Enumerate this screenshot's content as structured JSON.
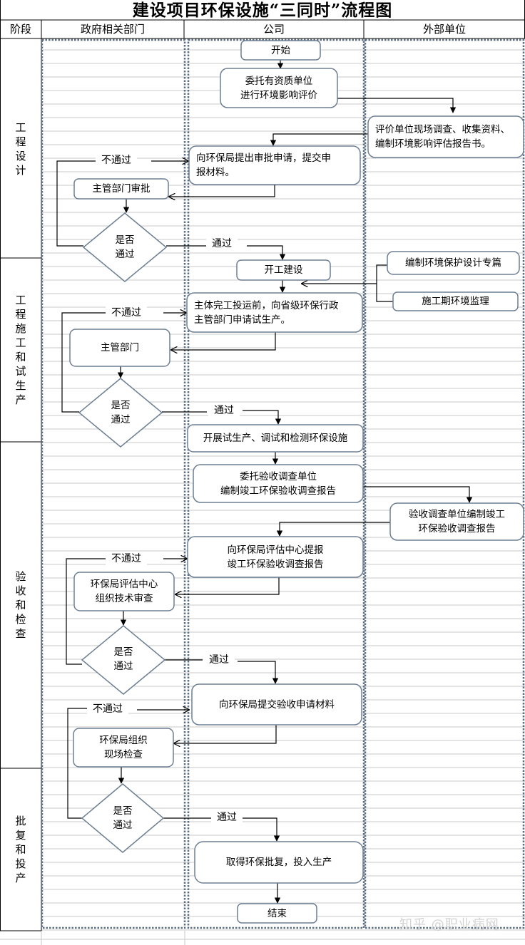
{
  "title": "建设项目环保设施“三同时”流程图",
  "columns": {
    "stage": "阶段",
    "government": "政府相关部门",
    "company": "公司",
    "external": "外部单位"
  },
  "stages": [
    {
      "label": "工\n程\n设\n计"
    },
    {
      "label": "工\n程\n施\n工\n和\n试\n生\n产"
    },
    {
      "label": "验\n收\n和\n检\n查"
    },
    {
      "label": "批\n复\n和\n投\n产"
    }
  ],
  "nodes": {
    "start": "开始",
    "commission_eia": "委托有资质单位\n进行环境影响评价",
    "eia_survey": "评价单位现场调查、收集资料、\n编制环境影响评估报告书。",
    "submit_approval": "向环保局提出审批申请，提交申\n报材料。",
    "dept_approval": "主管部门审批",
    "decision1": "是否\n通过",
    "start_construction": "开工建设",
    "env_design": "编制环境保护设计专篇",
    "construction_monitor": "施工期环境监理",
    "apply_trial": "主体完工投运前，向省级环保行政\n主管部门申请试生产。",
    "dept2": "主管部门",
    "decision2": "是否\n通过",
    "trial_production": "开展试生产、调试和检测环保设施",
    "commission_acceptance": "委托验收调查单位\n编制竣工环保验收调查报告",
    "acceptance_report": "验收调查单位编制竣工\n环保验收调查报告",
    "submit_report": "向环保局评估中心提报\n竣工环保验收调查报告",
    "tech_review": "环保局评估中心\n组织技术审查",
    "decision3": "是否\n通过",
    "submit_acceptance": "向环保局提交验收申请材料",
    "site_inspection": "环保局组织\n现场检查",
    "decision4": "是否\n通过",
    "approval_production": "取得环保批复，投入生产",
    "end": "结束"
  },
  "edge_labels": {
    "fail": "不通过",
    "pass": "通过"
  },
  "watermark": "知乎 @职业病网",
  "colors": {
    "node_border": "#6d7f93",
    "lane_border": "#5b6e82",
    "grid_line": "#c8c8c8",
    "lane_bg": "#ffffff",
    "arrow": "#000000"
  }
}
